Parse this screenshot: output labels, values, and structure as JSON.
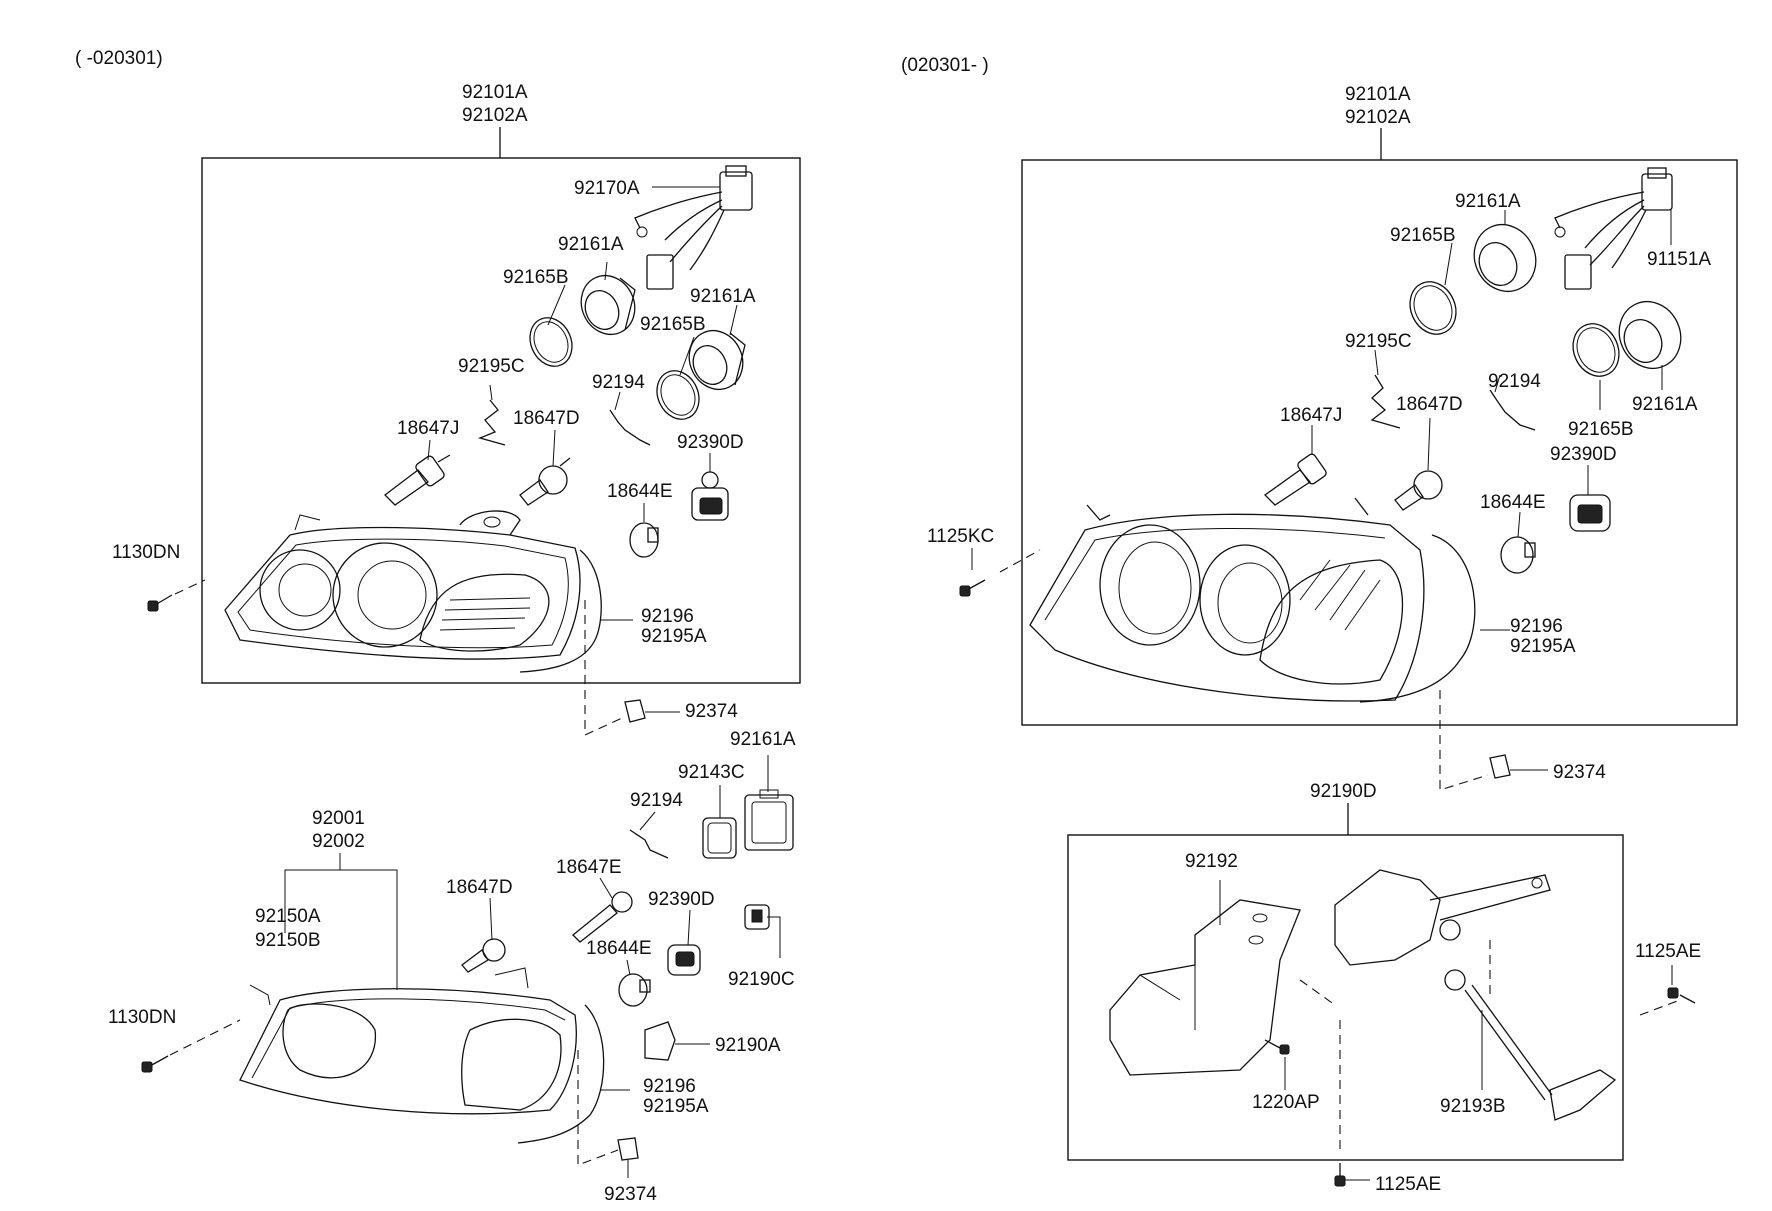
{
  "left": {
    "date_range": "( -020301)",
    "assembly": {
      "numbers": [
        "92101A",
        "92102A"
      ],
      "labels": [
        "92170A",
        "92161A",
        "92165B",
        "92161A",
        "92165B",
        "92195C",
        "92194",
        "18647J",
        "18647D",
        "92390D",
        "18644E",
        "92196",
        "92195A",
        "1130DN",
        "92374"
      ]
    },
    "lower": {
      "numbers": [
        "92001",
        "92002"
      ],
      "sub": [
        "92150A",
        "92150B"
      ],
      "labels": [
        "92161A",
        "92143C",
        "92194",
        "18647E",
        "18647D",
        "92390D",
        "18644E",
        "92190C",
        "1130DN",
        "92190A",
        "92196",
        "92195A",
        "92374"
      ]
    }
  },
  "right": {
    "date_range": "(020301- )",
    "assembly": {
      "numbers": [
        "92101A",
        "92102A"
      ],
      "labels": [
        "92161A",
        "92165B",
        "91151A",
        "92195C",
        "92161A",
        "92194",
        "18647J",
        "18647D",
        "92165B",
        "92390D",
        "1125KC",
        "18644E",
        "92196",
        "92195A",
        "92374"
      ]
    },
    "leveling": {
      "number": "92190D",
      "labels": [
        "92192",
        "1125AE",
        "1220AP",
        "92193B",
        "1125AE"
      ]
    }
  }
}
